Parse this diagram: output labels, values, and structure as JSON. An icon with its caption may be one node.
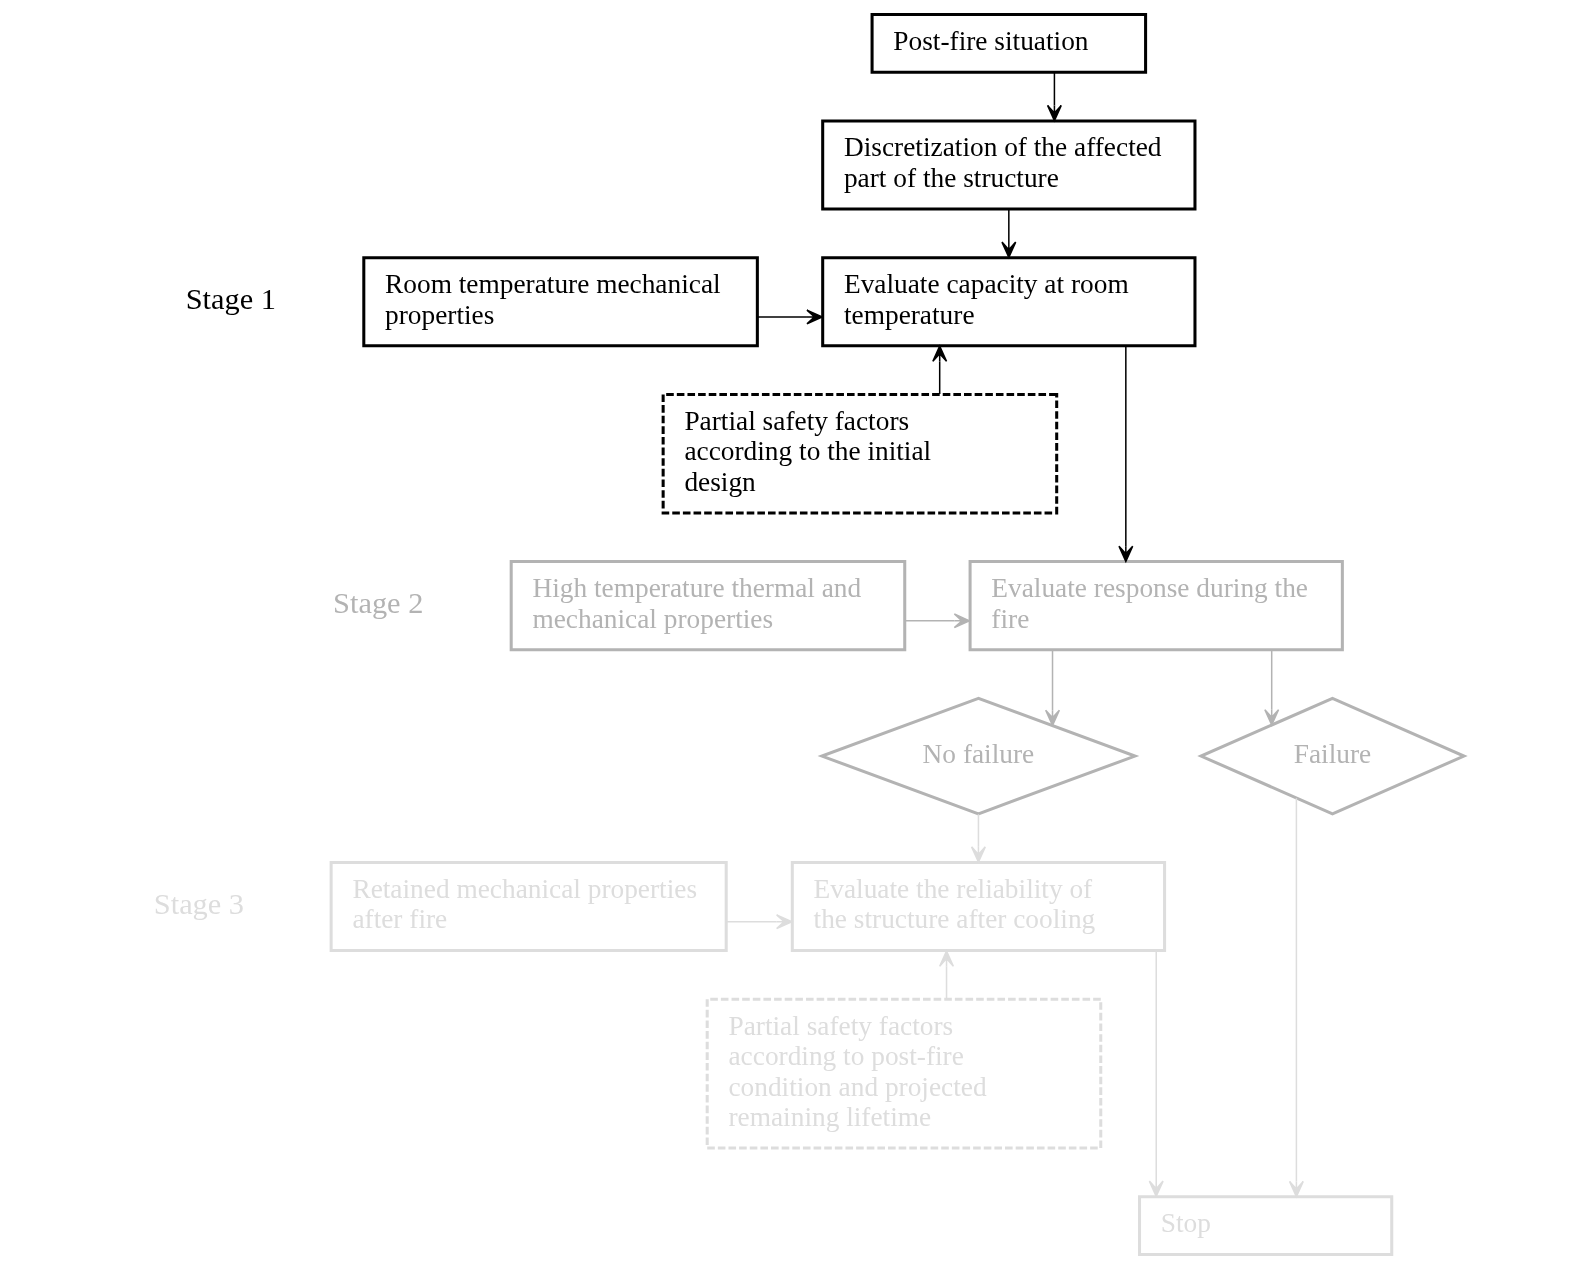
{
  "diagram": {
    "nodes": [
      {
        "text": [
          "Post-fire situation"
        ]
      },
      {
        "text": [
          "Discretization of the affected part of the structure"
        ]
      },
      {
        "text": [
          "Room temperature mechanical properties"
        ]
      },
      {
        "text": [
          "Partial safety factors according to the initial design"
        ]
      },
      {
        "text": [
          "Evaluate capacity at room temperature"
        ]
      },
      {
        "text": [
          "High temperature thermal and mechanical properties"
        ]
      },
      {
        "text": [
          "Evaluate response during the fire"
        ]
      },
      {
        "text": [
          "No failure"
        ]
      },
      {
        "text": [
          "Failure"
        ]
      },
      {
        "text": [
          "Retained mechanical properties after fire"
        ]
      },
      {
        "text": [
          "Partial safety factors according to post-fire condition and projected remaining lifetime"
        ]
      },
      {
        "text": [
          "Evaluate the reliability of the structure after cooling"
        ]
      },
      {
        "text": [
          "Stop"
        ]
      }
    ],
    "edges": [
      {
        "from": 0,
        "to": 1,
        "arrow": "to"
      },
      {
        "from": 1,
        "to": 4,
        "arrow": "to"
      },
      {
        "from": 2,
        "to": 4,
        "arrow": "to"
      },
      {
        "from": 3,
        "to": 4,
        "arrow": "to"
      },
      {
        "from": 4,
        "to": 6,
        "arrow": "to"
      },
      {
        "from": 5,
        "to": 6,
        "arrow": "to",
        "color": "#b3b3b3"
      },
      {
        "from": 6,
        "to": 7,
        "arrow": "to",
        "color": "#b3b3b3"
      },
      {
        "from": 6,
        "to": 8,
        "arrow": "to",
        "color": "#b3b3b3"
      },
      {
        "from": 7,
        "to": 11,
        "arrow": "to",
        "color": "#dddddd"
      },
      {
        "from": 9,
        "to": 11,
        "arrow": "to",
        "color": "#dddddd"
      },
      {
        "from": 10,
        "to": 11,
        "arrow": "to",
        "color": "#dddddd"
      },
      {
        "from": 11,
        "to": 12,
        "arrow": "to",
        "color": "#dddddd"
      },
      {
        "from": 8,
        "to": 12,
        "arrow": "to",
        "color": "#dddddd"
      }
    ],
    "labels": [
      "Stage 1",
      "Stage 2",
      "Stage 3"
    ]
  }
}
